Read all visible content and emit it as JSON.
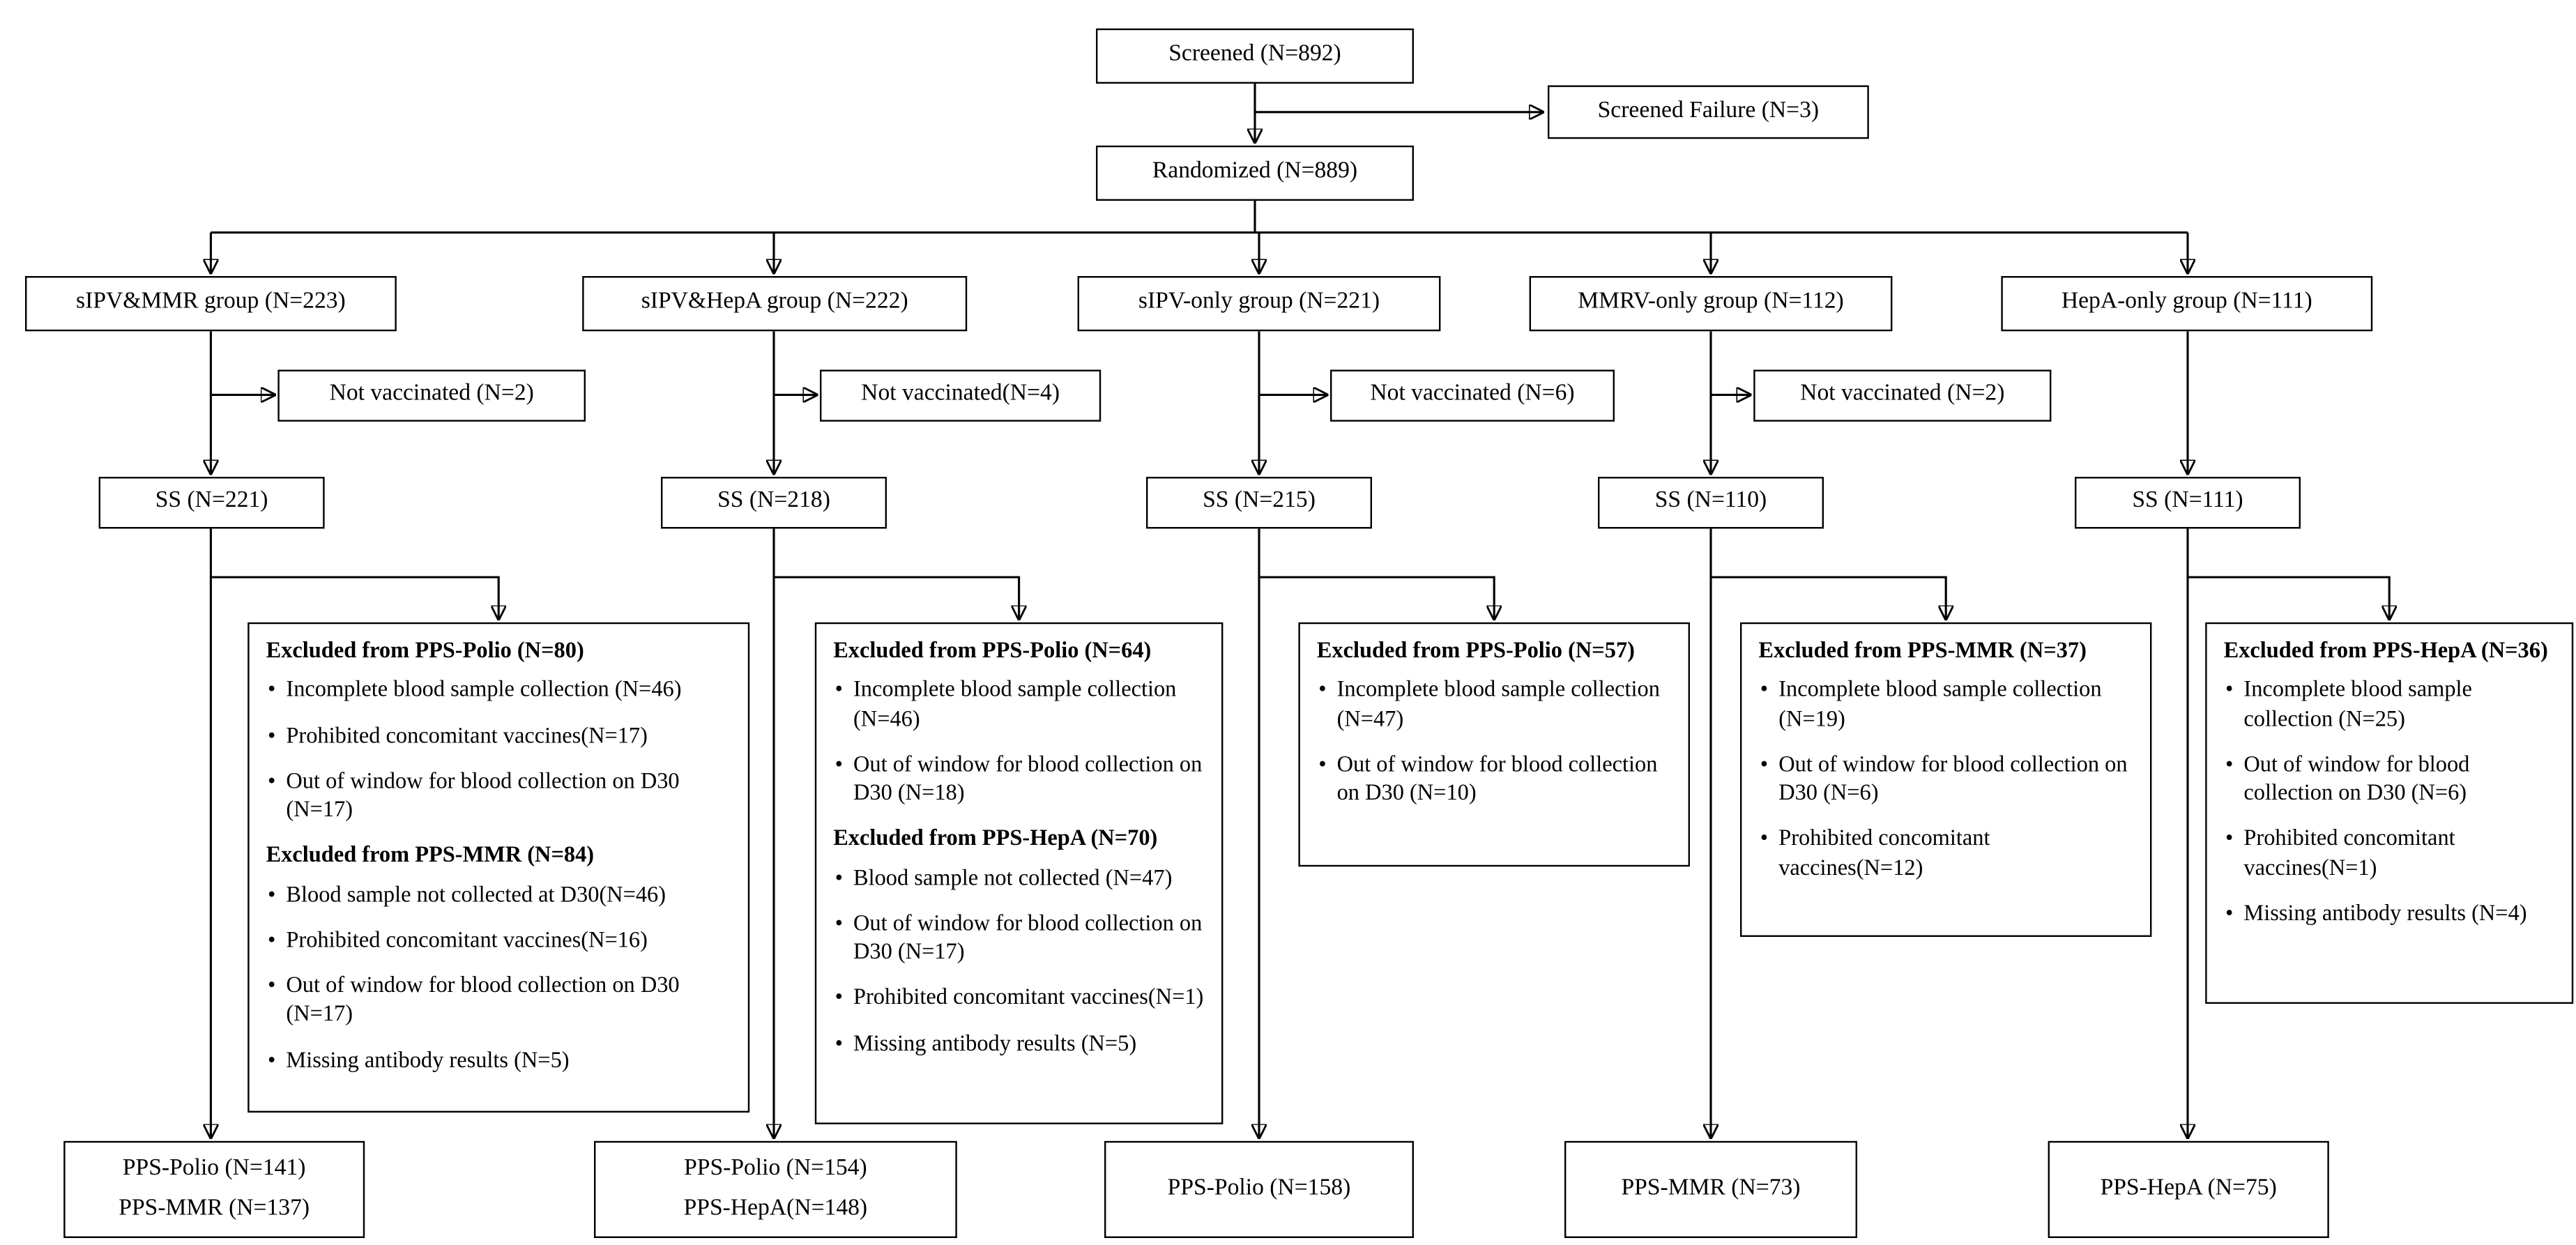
{
  "flow": {
    "screened": "Screened (N=892)",
    "screened_failure": "Screened Failure (N=3)",
    "randomized": "Randomized (N=889)"
  },
  "groups": [
    {
      "label": "sIPV&MMR group (N=223)",
      "not_vaccinated": "Not vaccinated (N=2)",
      "ss": "SS (N=221)"
    },
    {
      "label": "sIPV&HepA group (N=222)",
      "not_vaccinated": "Not vaccinated(N=4)",
      "ss": "SS (N=218)"
    },
    {
      "label": "sIPV-only group (N=221)",
      "not_vaccinated": "Not vaccinated (N=6)",
      "ss": "SS (N=215)"
    },
    {
      "label": "MMRV-only group (N=112)",
      "not_vaccinated": "Not vaccinated (N=2)",
      "ss": "SS (N=110)"
    },
    {
      "label": "HepA-only group (N=111)",
      "ss": "SS (N=111)"
    }
  ],
  "exclusions": [
    {
      "sections": [
        {
          "title": "Excluded from PPS-Polio (N=80)",
          "items": [
            "Incomplete blood sample collection (N=46)",
            "Prohibited concomitant vaccines(N=17)",
            "Out of window for blood collection on D30 (N=17)"
          ]
        },
        {
          "title": "Excluded from PPS-MMR (N=84)",
          "items": [
            "Blood sample not collected at D30(N=46)",
            "Prohibited concomitant vaccines(N=16)",
            "Out of window for blood collection on D30 (N=17)",
            "Missing antibody results (N=5)"
          ]
        }
      ]
    },
    {
      "sections": [
        {
          "title": "Excluded from PPS-Polio (N=64)",
          "items": [
            "Incomplete blood sample collection (N=46)",
            "Out of window for blood collection on D30 (N=18)"
          ]
        },
        {
          "title": "Excluded from PPS-HepA (N=70)",
          "items": [
            "Blood sample not collected (N=47)",
            "Out of window for blood collection on D30 (N=17)",
            "Prohibited concomitant vaccines(N=1)",
            "Missing antibody results (N=5)"
          ]
        }
      ]
    },
    {
      "sections": [
        {
          "title": "Excluded from PPS-Polio (N=57)",
          "items": [
            "Incomplete blood sample collection (N=47)",
            "Out of window for blood collection on D30 (N=10)"
          ]
        }
      ]
    },
    {
      "sections": [
        {
          "title": "Excluded from PPS-MMR (N=37)",
          "items": [
            "Incomplete blood sample collection (N=19)",
            "Out of window for blood collection on D30 (N=6)",
            "Prohibited concomitant vaccines(N=12)"
          ]
        }
      ]
    },
    {
      "sections": [
        {
          "title": "Excluded from PPS-HepA (N=36)",
          "items": [
            "Incomplete blood sample collection (N=25)",
            "Out of window for blood collection on D30 (N=6)",
            "Prohibited concomitant vaccines(N=1)",
            "Missing antibody results (N=4)"
          ]
        }
      ]
    }
  ],
  "pps": [
    {
      "lines": [
        "PPS-Polio (N=141)",
        "PPS-MMR (N=137)"
      ]
    },
    {
      "lines": [
        "PPS-Polio (N=154)",
        "PPS-HepA(N=148)"
      ]
    },
    {
      "lines": [
        "PPS-Polio (N=158)"
      ]
    },
    {
      "lines": [
        "PPS-MMR (N=73)"
      ]
    },
    {
      "lines": [
        "PPS-HepA (N=75)"
      ]
    }
  ]
}
